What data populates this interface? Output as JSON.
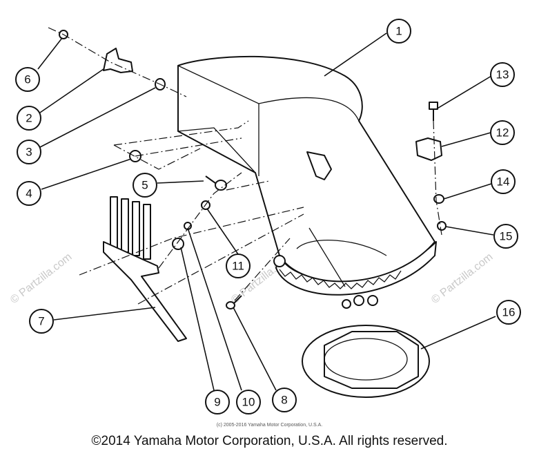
{
  "callouts": [
    "1",
    "2",
    "3",
    "4",
    "5",
    "6",
    "7",
    "8",
    "9",
    "10",
    "11",
    "12",
    "13",
    "14",
    "15",
    "16"
  ],
  "watermark": "© Partzilla.com",
  "small_copyright": "(c) 2005-2016 Yamaha Motor Corporation, U.S.A.",
  "copyright": "©2014 Yamaha Motor Corporation, U.S.A. All rights reserved."
}
